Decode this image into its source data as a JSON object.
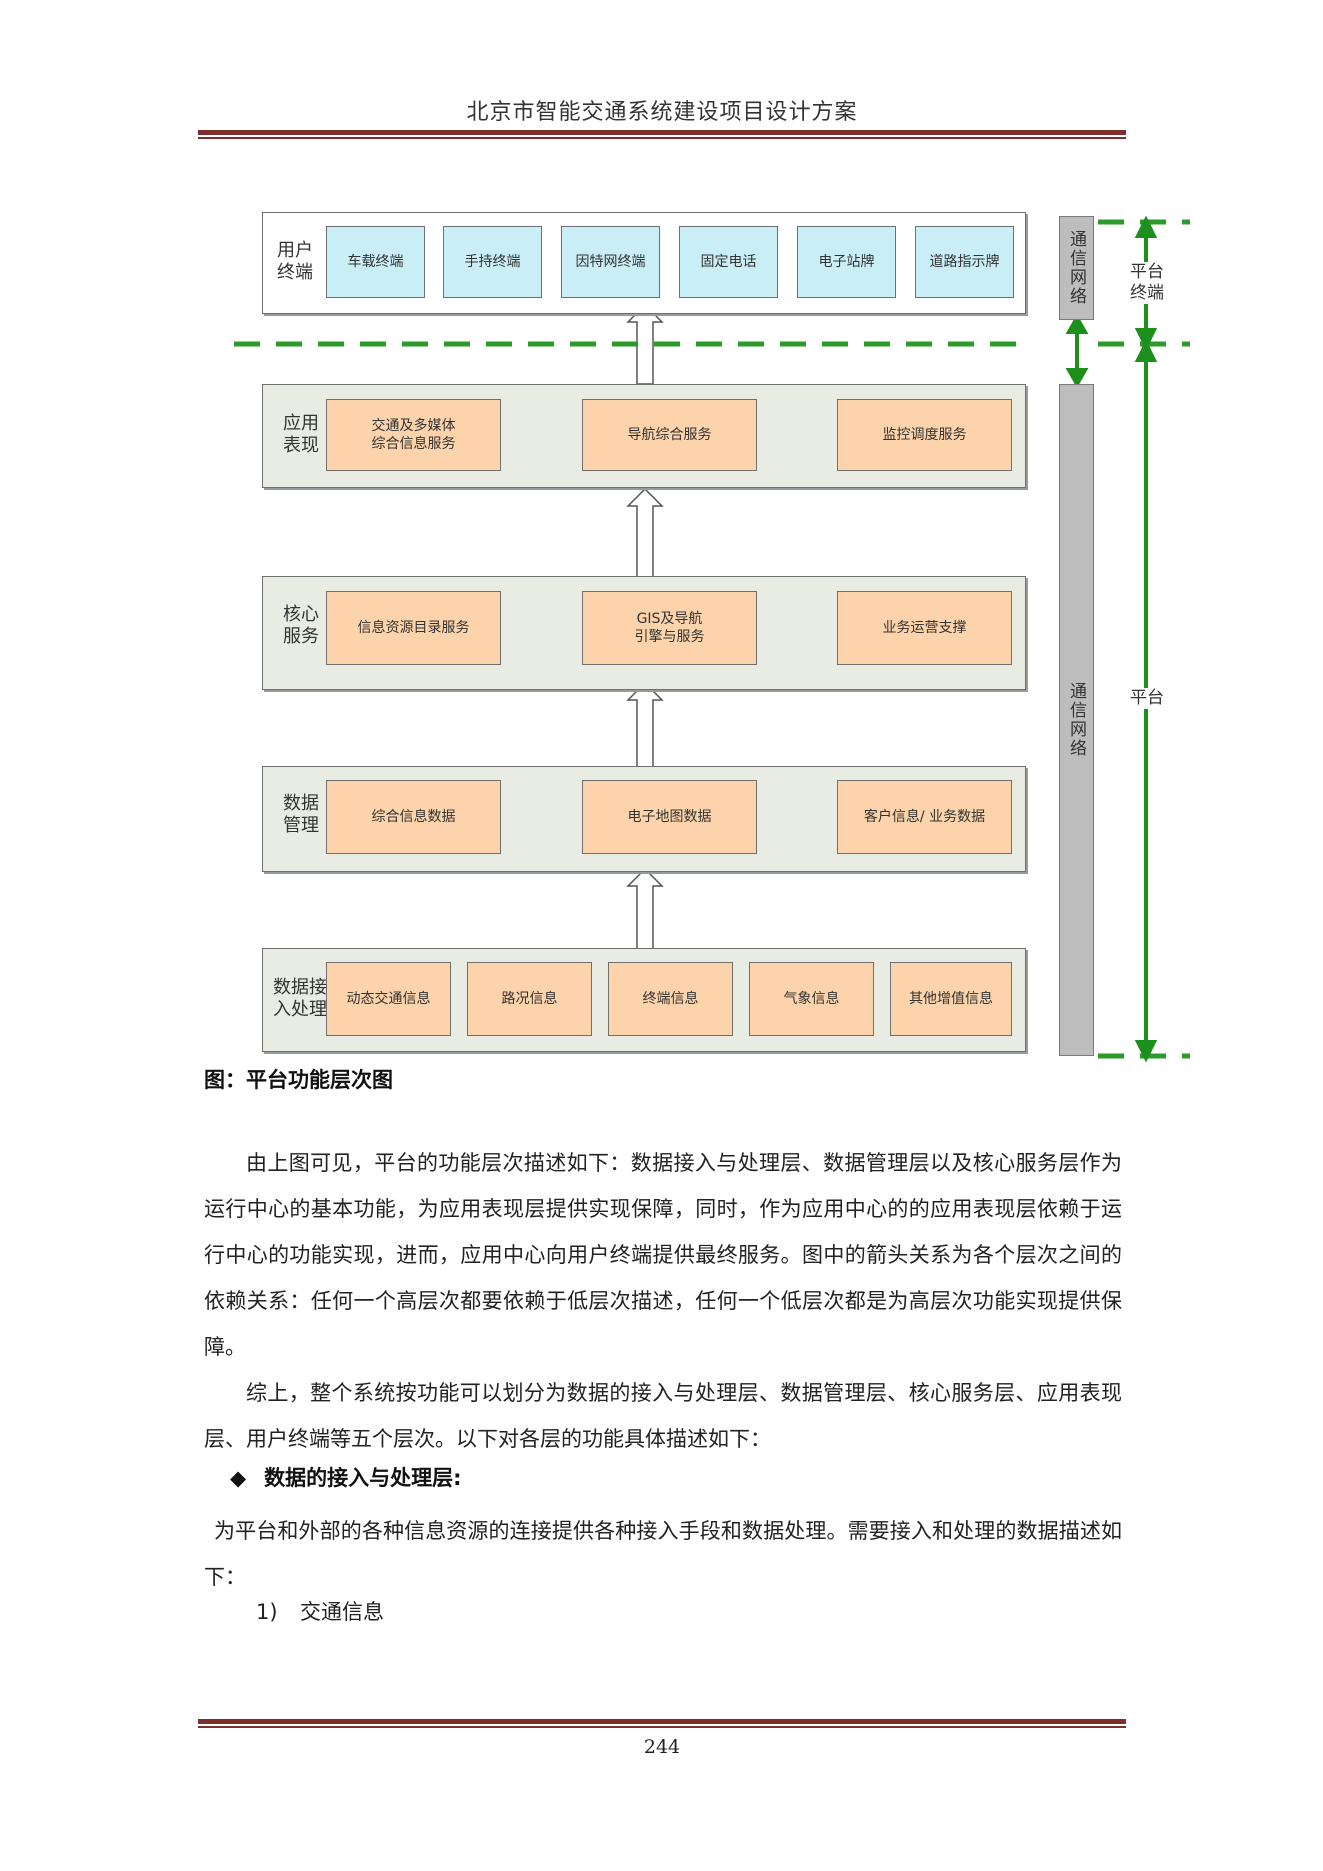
{
  "header": {
    "title": "北京市智能交通系统建设项目设计方案"
  },
  "diagram": {
    "layers": [
      {
        "label": "用户\n终端",
        "boxes": [
          "车载终端",
          "手持终端",
          "因特网终端",
          "固定电话",
          "电子站牌",
          "道路指示牌"
        ]
      },
      {
        "label": "应用\n表现",
        "boxes": [
          "交通及多媒体\n综合信息服务",
          "导航综合服务",
          "监控调度服务"
        ]
      },
      {
        "label": "核心\n服务",
        "boxes": [
          "信息资源目录服务",
          "GIS及导航\n引擎与服务",
          "业务运营支撑"
        ]
      },
      {
        "label": "数据\n管理",
        "boxes": [
          "综合信息数据",
          "电子地图数据",
          "客户信息/ 业务数据"
        ]
      },
      {
        "label": "数据接\n入处理",
        "boxes": [
          "动态交通信息",
          "路况信息",
          "终端信息",
          "气象信息",
          "其他增值信息"
        ]
      }
    ],
    "network_top": "通信网络",
    "network_main": "通信网络",
    "side_top": "平台\n终端",
    "side_main": "平台"
  },
  "caption": "图：平台功能层次图",
  "body": {
    "p1": "由上图可见，平台的功能层次描述如下：数据接入与处理层、数据管理层以及核心服务层作为运行中心的基本功能，为应用表现层提供实现保障，同时，作为应用中心的的应用表现层依赖于运行中心的功能实现，进而，应用中心向用户终端提供最终服务。图中的箭头关系为各个层次之间的依赖关系：任何一个高层次都要依赖于低层次描述，任何一个低层次都是为高层次功能实现提供保障。",
    "p2": "综上，整个系统按功能可以划分为数据的接入与处理层、数据管理层、核心服务层、应用表现层、用户终端等五个层次。以下对各层的功能具体描述如下：",
    "bullet_glyph": "◆",
    "bullet": "数据的接入与处理层:",
    "p3": "为平台和外部的各种信息资源的连接提供各种接入手段和数据处理。需要接入和处理的数据描述如下：",
    "list_num": "1)",
    "list_text": "交通信息"
  },
  "footer": {
    "page": "244"
  }
}
